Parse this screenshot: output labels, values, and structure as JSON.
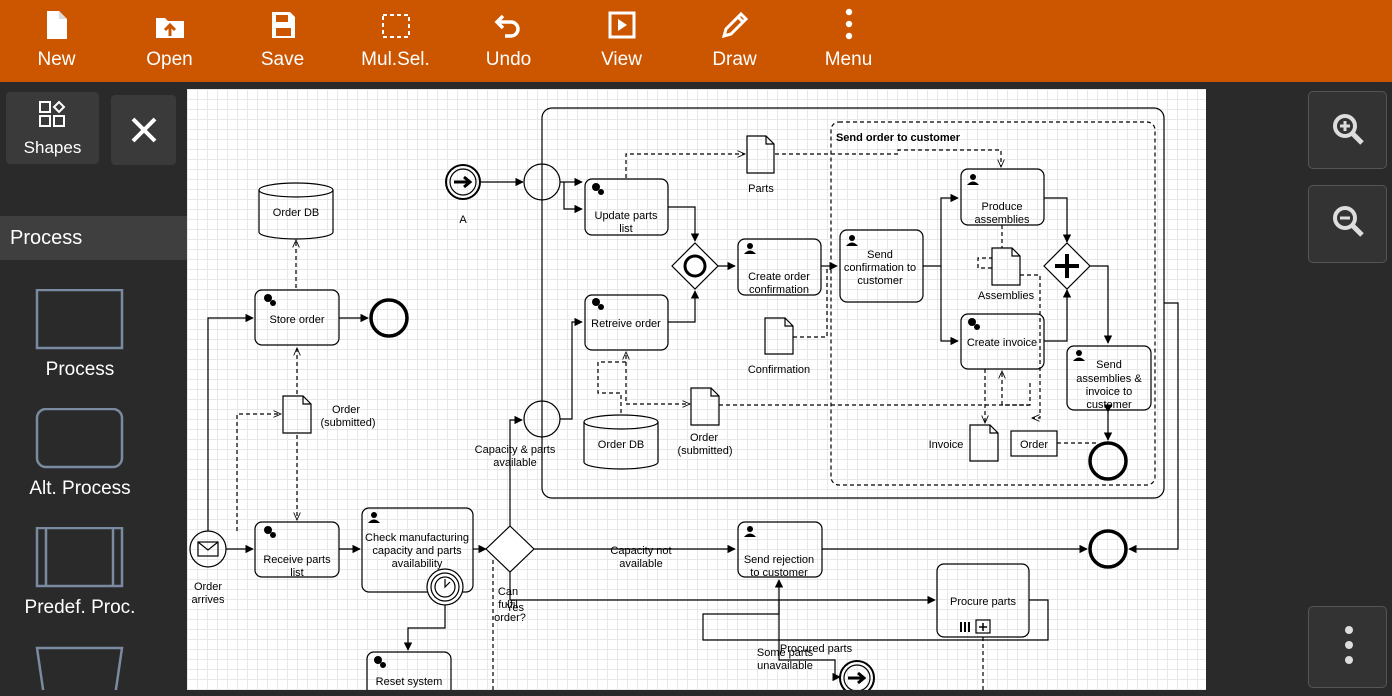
{
  "toolbar": {
    "items": [
      {
        "label": "New",
        "icon": "new-file-icon"
      },
      {
        "label": "Open",
        "icon": "open-folder-icon"
      },
      {
        "label": "Save",
        "icon": "save-icon"
      },
      {
        "label": "Mul.Sel.",
        "icon": "multi-select-icon"
      },
      {
        "label": "Undo",
        "icon": "undo-icon"
      },
      {
        "label": "View",
        "icon": "view-icon"
      },
      {
        "label": "Draw",
        "icon": "pencil-icon"
      },
      {
        "label": "Menu",
        "icon": "more-vertical-icon"
      }
    ],
    "color": "#cc5500"
  },
  "sidebar": {
    "shapes_label": "Shapes",
    "section": "Process",
    "items": [
      "Process",
      "Alt. Process",
      "Predef. Proc."
    ]
  },
  "diagram": {
    "pool_label": "Send order to customer",
    "tasks": {
      "store_order": "Store order",
      "receive_parts": [
        "Receive parts",
        "list"
      ],
      "check_mfg": [
        "Check manufacturing",
        "capacity and parts",
        "availability"
      ],
      "update_parts": [
        "Update parts",
        "list"
      ],
      "retrieve_order": "Retreive order",
      "create_confirmation": [
        "Create order",
        "confirmation"
      ],
      "send_confirmation": [
        "Send",
        "confirmation to",
        "customer"
      ],
      "produce": [
        "Produce",
        "assemblies"
      ],
      "create_invoice": "Create invoice",
      "send_assemblies": [
        "Send",
        "assemblies &",
        "invoice to",
        "customer"
      ],
      "send_rejection": [
        "Send rejection",
        "to customer"
      ],
      "procure": "Procure parts",
      "reset": "Reset system"
    },
    "data": {
      "order_db_top": "Order DB",
      "order_db_mid": "Order DB",
      "order_submitted_left": [
        "Order",
        "(submitted)"
      ],
      "order_submitted_mid": [
        "Order",
        "(submitted)"
      ],
      "parts": "Parts",
      "confirmation": "Confirmation",
      "assemblies": "Assemblies",
      "invoice": "Invoice",
      "order": "Order"
    },
    "labels": {
      "link_a": "A",
      "order_arrives": [
        "Order",
        "arrives"
      ],
      "capacity_available": [
        "Capacity & parts",
        "available"
      ],
      "capacity_not": [
        "Capacity not",
        "available"
      ],
      "can_fulfil": [
        "Can",
        "fulfil",
        "order?"
      ],
      "yes": "Yes",
      "some_parts": [
        "Some parts",
        "unavailable"
      ],
      "procured_parts": "Procured parts"
    }
  }
}
